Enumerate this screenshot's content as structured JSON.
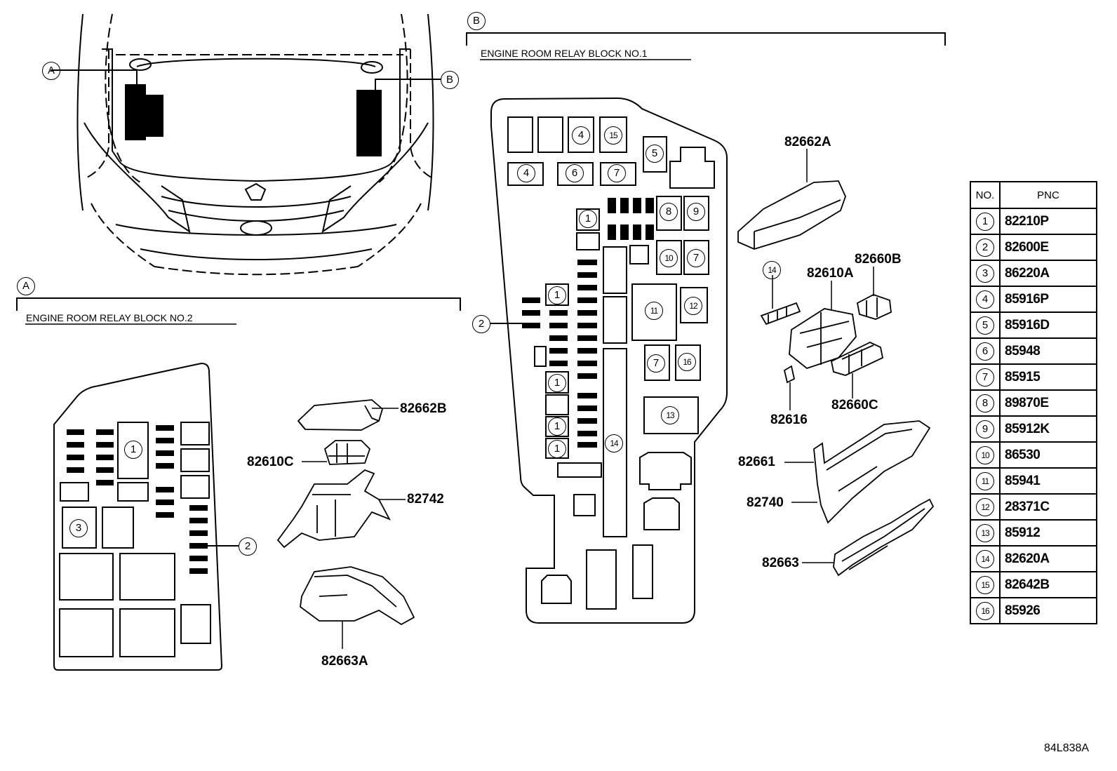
{
  "section_a": {
    "marker": "A",
    "title": "ENGINE ROOM RELAY BLOCK NO.2"
  },
  "section_b": {
    "marker": "B",
    "title": "ENGINE ROOM RELAY BLOCK NO.1"
  },
  "vehicle_callouts": {
    "a": "A",
    "b": "B"
  },
  "relay_block_2": {
    "callouts": [
      "1",
      "3",
      "2"
    ],
    "parts": [
      "82662B",
      "82610C",
      "82742",
      "82663A"
    ]
  },
  "relay_block_1": {
    "callouts": [
      "4",
      "15",
      "5",
      "4",
      "6",
      "7",
      "1",
      "8",
      "9",
      "10",
      "7",
      "1",
      "11",
      "12",
      "2",
      "7",
      "16",
      "1",
      "13",
      "1",
      "1",
      "14"
    ],
    "parts": [
      "82662A",
      "82610A",
      "82660B",
      "82616",
      "82660C",
      "82661",
      "82740",
      "82663"
    ],
    "part_callout": "14"
  },
  "pnc_table": {
    "header_no": "NO.",
    "header_pnc": "PNC",
    "rows": [
      {
        "no": "1",
        "pnc": "82210P"
      },
      {
        "no": "2",
        "pnc": "82600E"
      },
      {
        "no": "3",
        "pnc": "86220A"
      },
      {
        "no": "4",
        "pnc": "85916P"
      },
      {
        "no": "5",
        "pnc": "85916D"
      },
      {
        "no": "6",
        "pnc": "85948"
      },
      {
        "no": "7",
        "pnc": "85915"
      },
      {
        "no": "8",
        "pnc": "89870E"
      },
      {
        "no": "9",
        "pnc": "85912K"
      },
      {
        "no": "10",
        "pnc": "86530"
      },
      {
        "no": "11",
        "pnc": "85941"
      },
      {
        "no": "12",
        "pnc": "28371C"
      },
      {
        "no": "13",
        "pnc": "85912"
      },
      {
        "no": "14",
        "pnc": "82620A"
      },
      {
        "no": "15",
        "pnc": "82642B"
      },
      {
        "no": "16",
        "pnc": "85926"
      }
    ]
  },
  "page_code": "84L838A"
}
